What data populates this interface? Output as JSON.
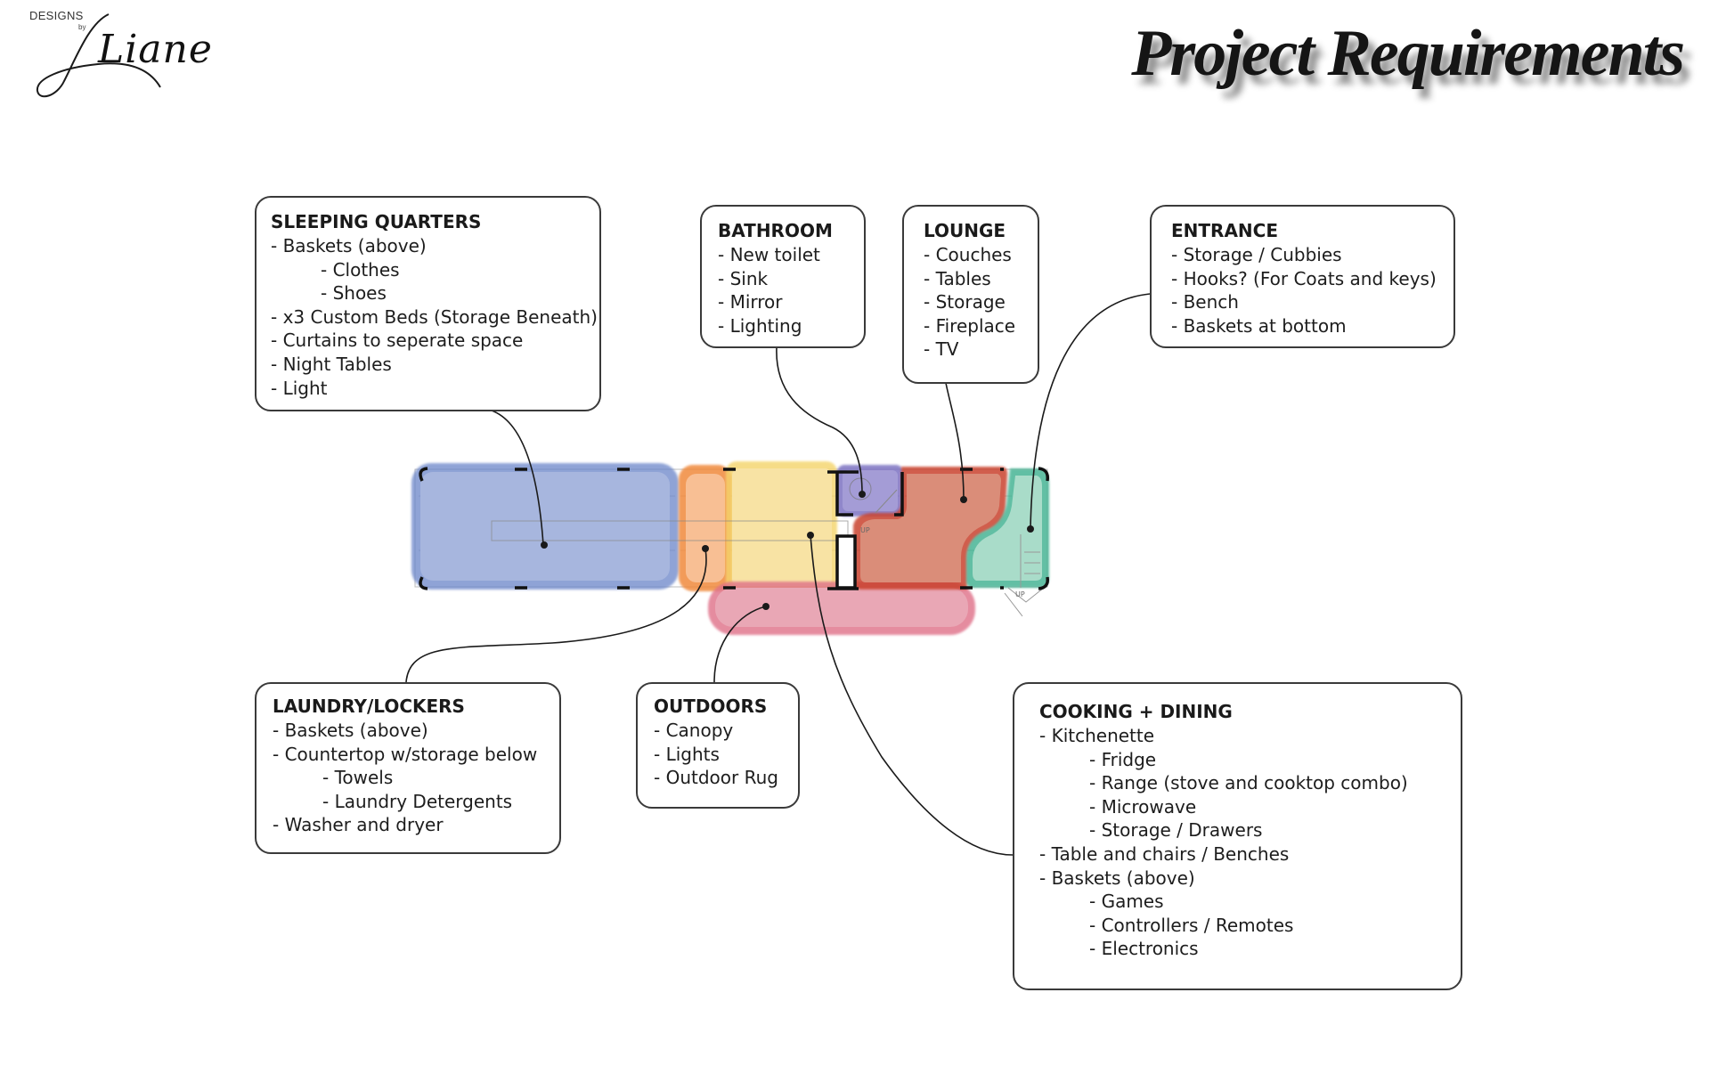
{
  "branding": {
    "logo_top": "DESIGNS",
    "logo_by": "by",
    "logo_name": "Liane"
  },
  "title": "Project Requirements",
  "zones": [
    {
      "id": "sleeping",
      "heading": "SLEEPING QUARTERS",
      "color": "#7f97d3",
      "items": [
        {
          "text": "- Baskets (above)",
          "level": 0
        },
        {
          "text": "- Clothes",
          "level": 1
        },
        {
          "text": "- Shoes",
          "level": 1
        },
        {
          "text": "- x3 Custom Beds (Storage Beneath)",
          "level": 0
        },
        {
          "text": "- Curtains to seperate space",
          "level": 0
        },
        {
          "text": "- Night Tables",
          "level": 0
        },
        {
          "text": "- Light",
          "level": 0
        }
      ]
    },
    {
      "id": "bathroom",
      "heading": "BATHROOM",
      "color": "#8e86cc",
      "items": [
        {
          "text": "- New toilet",
          "level": 0
        },
        {
          "text": "- Sink",
          "level": 0
        },
        {
          "text": "- Mirror",
          "level": 0
        },
        {
          "text": "- Lighting",
          "level": 0
        }
      ]
    },
    {
      "id": "lounge",
      "heading": "LOUNGE",
      "color": "#d08470",
      "items": [
        {
          "text": "- Couches",
          "level": 0
        },
        {
          "text": "- Tables",
          "level": 0
        },
        {
          "text": "- Storage",
          "level": 0
        },
        {
          "text": "- Fireplace",
          "level": 0
        },
        {
          "text": "- TV",
          "level": 0
        }
      ]
    },
    {
      "id": "entrance",
      "heading": "ENTRANCE",
      "color": "#6cc3a8",
      "items": [
        {
          "text": "- Storage / Cubbies",
          "level": 0
        },
        {
          "text": "- Hooks? (For Coats and keys)",
          "level": 0
        },
        {
          "text": "- Bench",
          "level": 0
        },
        {
          "text": "- Baskets at bottom",
          "level": 0
        }
      ]
    },
    {
      "id": "laundry",
      "heading": "LAUNDRY/LOCKERS",
      "color": "#f4a472",
      "items": [
        {
          "text": "- Baskets (above)",
          "level": 0
        },
        {
          "text": "- Countertop w/storage below",
          "level": 0
        },
        {
          "text": "- Towels",
          "level": 1
        },
        {
          "text": "- Laundry Detergents",
          "level": 1
        },
        {
          "text": "- Washer and dryer",
          "level": 0
        }
      ]
    },
    {
      "id": "outdoors",
      "heading": "OUTDOORS",
      "color": "#e58a9f",
      "items": [
        {
          "text": "- Canopy",
          "level": 0
        },
        {
          "text": "- Lights",
          "level": 0
        },
        {
          "text": "- Outdoor Rug",
          "level": 0
        }
      ]
    },
    {
      "id": "cooking",
      "heading": "COOKING + DINING",
      "color": "#f5dc8a",
      "items": [
        {
          "text": "- Kitchenette",
          "level": 0
        },
        {
          "text": "- Fridge",
          "level": 1
        },
        {
          "text": "- Range (stove and cooktop combo)",
          "level": 1
        },
        {
          "text": "- Microwave",
          "level": 1
        },
        {
          "text": "- Storage / Drawers",
          "level": 1
        },
        {
          "text": "- Table and chairs / Benches",
          "level": 0
        },
        {
          "text": "- Baskets (above)",
          "level": 0
        },
        {
          "text": "- Games",
          "level": 1
        },
        {
          "text": "- Controllers / Remotes",
          "level": 1
        },
        {
          "text": "- Electronics",
          "level": 1
        }
      ]
    }
  ],
  "plan_labels": {
    "stair_up_1": "UP",
    "stair_up_2": "UP"
  }
}
